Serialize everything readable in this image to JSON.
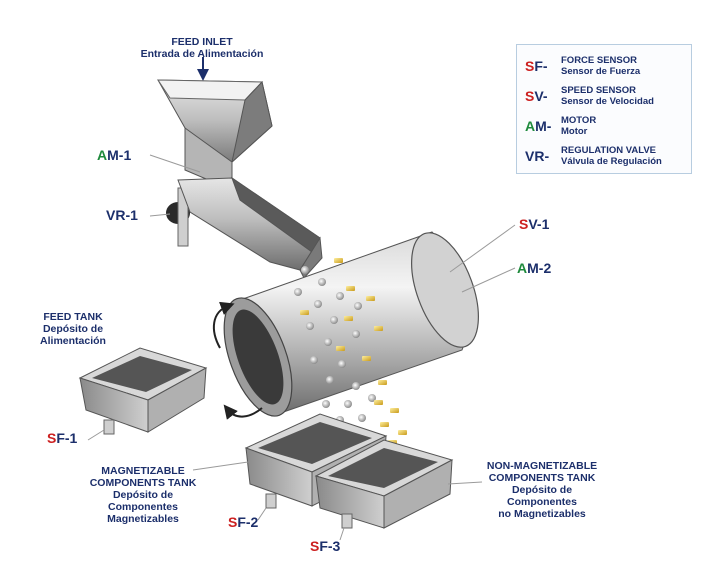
{
  "labels": {
    "feed_inlet": {
      "en": "FEED INLET",
      "es": "Entrada de Alimentación"
    },
    "feed_tank": {
      "en": "FEED TANK",
      "es1": "Depósito de",
      "es2": "Alimentación"
    },
    "magnetizable_tank": {
      "en1": "MAGNETIZABLE",
      "en2": "COMPONENTS TANK",
      "es1": "Depósito de",
      "es2": "Componentes",
      "es3": "Magnetizables"
    },
    "non_magnetizable_tank": {
      "en1": "NON-MAGNETIZABLE",
      "en2": "COMPONENTS TANK",
      "es1": "Depósito de",
      "es2": "Componentes",
      "es3": "no Magnetizables"
    }
  },
  "codes": {
    "am1": {
      "first": "A",
      "rest": "M-1"
    },
    "vr1": {
      "text": "VR-1"
    },
    "sv1": {
      "first": "S",
      "rest": "V-1"
    },
    "am2": {
      "first": "A",
      "rest": "M-2"
    },
    "sf1": {
      "first": "S",
      "rest": "F-1"
    },
    "sf2": {
      "first": "S",
      "rest": "F-2"
    },
    "sf3": {
      "first": "S",
      "rest": "F-3"
    }
  },
  "legend": [
    {
      "first": "S",
      "rest": "F-",
      "color": "red",
      "en": "FORCE SENSOR",
      "es": "Sensor de Fuerza"
    },
    {
      "first": "S",
      "rest": "V-",
      "color": "red",
      "en": "SPEED SENSOR",
      "es": "Sensor de Velocidad"
    },
    {
      "first": "A",
      "rest": "M-",
      "color": "green",
      "en": "MOTOR",
      "es": "Motor"
    },
    {
      "first": "",
      "rest": "VR-",
      "color": "navy",
      "en": "REGULATION VALVE",
      "es": "Válvula de Regulación"
    }
  ],
  "colors": {
    "navy": "#1c2f6b",
    "red": "#cc2020",
    "green": "#1e8a3c",
    "metal": "#9a9a9a"
  }
}
